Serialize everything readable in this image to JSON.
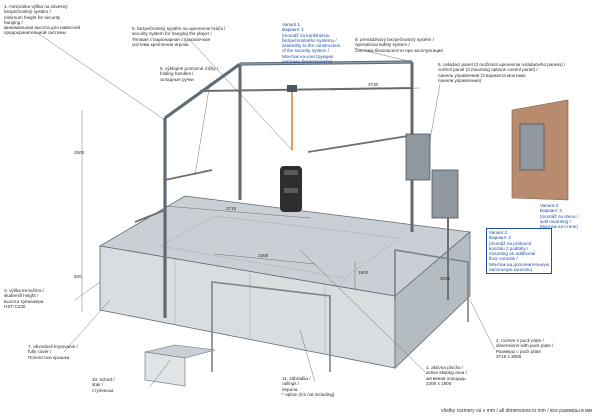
{
  "labels": {
    "l4": [
      "4. minimálna výška na závesný",
      "bezpečnostný systém /",
      "minimum height for security",
      "hanging /",
      "минимальная высота для навесной",
      "предохранительной системы"
    ],
    "l8": [
      "8. bezpečnostný systém na upevnenie hráča /",
      "security system for hanging the player /",
      "Тяговая стационарная страховочная",
      "система крепления игрока"
    ],
    "l9": [
      "9. prevádzkový bezpečnostný systém /",
      "operational safety system /",
      "Система безопасности при эксплуатации"
    ],
    "v1": [
      "Variant 1",
      "Вариант 1",
      "(montáž na konštrukciu",
      "bezpečnostného systému /",
      "assembly to the construction",
      "of the security system /",
      "Монтаж на конструкцию",
      "системы безопасности)"
    ],
    "l6": [
      "6. výklopné pomocné rúčky /",
      "folding handles /",
      "складные ручки"
    ],
    "l5": [
      "5. ovládací panel (3 možnosti upevnenia ovládacieho panelu) /",
      "control panel (3 mounting options control panel) /",
      "панель управления (3 варианта монтажа",
      "панели управления)"
    ],
    "v3": [
      "Variant 3",
      "Вариант 3",
      "(montáž na stenu /",
      "wall mounting /",
      "Монтаж на стене)"
    ],
    "v2": [
      "Variant 2",
      "Вариант 2",
      "(montáž na prídavnú",
      "konzolu z podlahy /",
      "mounting on additional",
      "floor console /",
      "Монтаж на дополнительную",
      "напольную консоль)"
    ],
    "l3": [
      "3. výška trenažéra /",
      "skatemill height /",
      "высота тренажера",
      "HST-C230"
    ],
    "l7": [
      "7. obvodové krytovanie /",
      "fully cover /",
      "Полностью крышка"
    ],
    "l2": [
      "2. rozmer s puck plate /",
      "dimensions with puck plate /",
      "Размеры с puck plate",
      "3715 x 3055"
    ],
    "l10": [
      "10. schod /",
      "stair /",
      "ступенька"
    ],
    "l11": [
      "11. zábradlia /",
      "railings /",
      "перила",
      "* option (it's not including)"
    ],
    "l1": [
      "1. aktívna plocha /",
      "active skating area /",
      "активная площадь",
      "2300 x 1900"
    ]
  },
  "dims": {
    "d3730": "3730",
    "d2300": "2300",
    "d1900": "1900",
    "d3715": "3715",
    "d3055": "3055",
    "d500": "500",
    "d2500": "2500"
  },
  "footer": "všetky rozmery sú v mm / all dimensions in mm / все размеры в мм",
  "colors": {
    "frame": "#5f6b74",
    "frame_light": "#9aa5ad",
    "plate": "#c9cfd4",
    "side": "#d9dde0",
    "wall": "#b98b6e",
    "label_blue": "#1f4fa8",
    "box": "#6a7277"
  }
}
